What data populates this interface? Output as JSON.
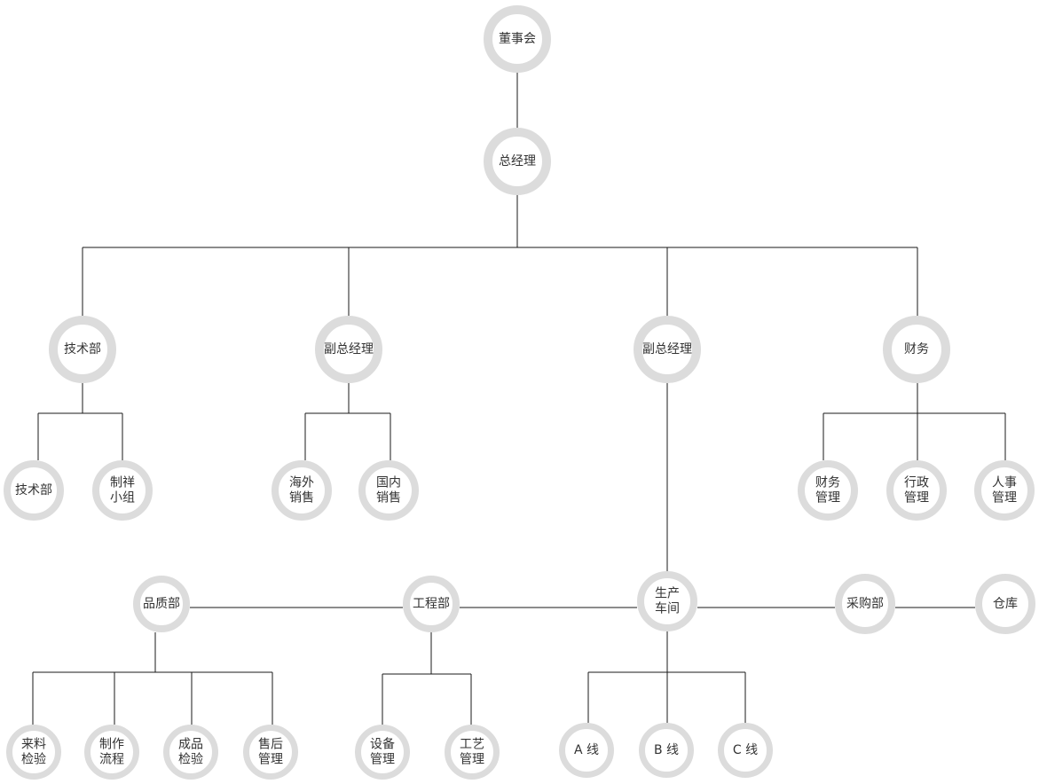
{
  "nodes": {
    "board": [
      "董事会"
    ],
    "gm": [
      "总经理"
    ],
    "tech": [
      "技术部"
    ],
    "vp1": [
      "副总经理"
    ],
    "vp2": [
      "副总经理"
    ],
    "finance": [
      "财务"
    ],
    "tech_sub": [
      "技术部"
    ],
    "sample": [
      "制祥",
      "小组"
    ],
    "overseas": [
      "海外",
      "销售"
    ],
    "domestic": [
      "国内",
      "销售"
    ],
    "fin_mgmt": [
      "财务",
      "管理"
    ],
    "admin_mgmt": [
      "行政",
      "管理"
    ],
    "hr_mgmt": [
      "人事",
      "管理"
    ],
    "quality": [
      "品质部"
    ],
    "engineering": [
      "工程部"
    ],
    "production": [
      "生产",
      "车间"
    ],
    "purchasing": [
      "采购部"
    ],
    "warehouse": [
      "仓库"
    ],
    "incoming": [
      "来料",
      "检验"
    ],
    "process": [
      "制作",
      "流程"
    ],
    "final": [
      "成品",
      "检验"
    ],
    "aftersales": [
      "售后",
      "管理"
    ],
    "equipment": [
      "设备",
      "管理"
    ],
    "craft": [
      "工艺",
      "管理"
    ],
    "line_a": [
      "A 线"
    ],
    "line_b": [
      "B 线"
    ],
    "line_c": [
      "C 线"
    ]
  },
  "colors": {
    "ring": "#dcdcdc",
    "line": "#1a1a1a",
    "text": "#333333",
    "background": "#ffffff"
  }
}
